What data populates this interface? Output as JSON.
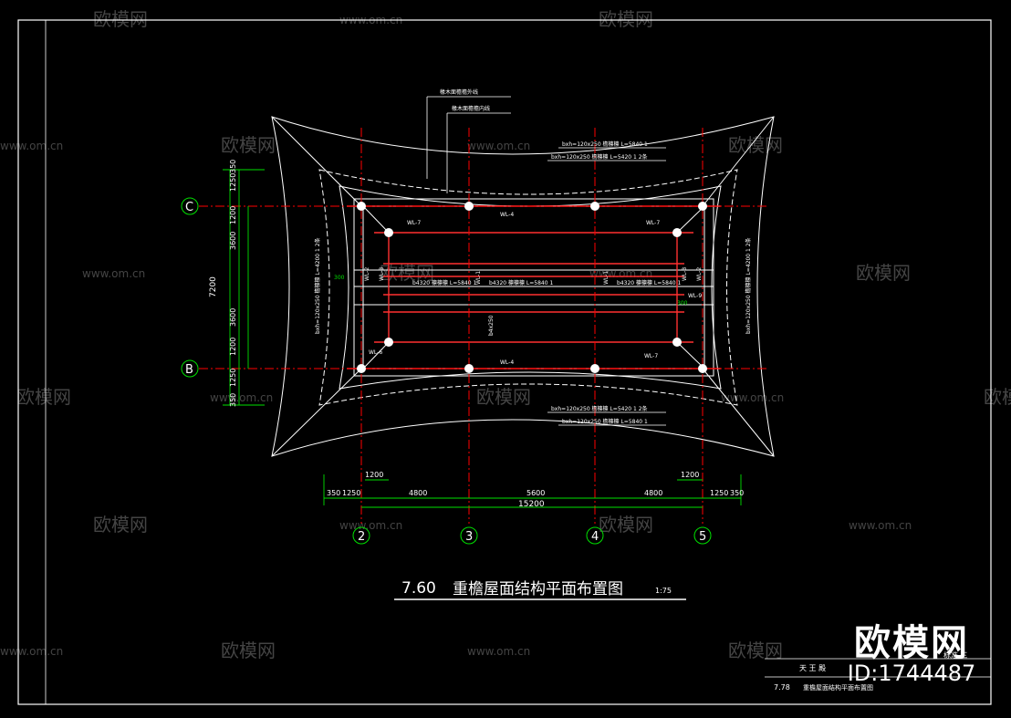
{
  "colors": {
    "background": "#000000",
    "frame": "#ffffff",
    "axis": "#ff0000",
    "beam": "#ff3030",
    "dimension": "#00e000",
    "text": "#ffffff",
    "watermark": "#3a3a3a"
  },
  "title": {
    "number": "7.60",
    "text": "重檐屋面结构平面布置图",
    "scale": "1:75"
  },
  "axes": {
    "horizontal": [
      "2",
      "3",
      "4",
      "5"
    ],
    "vertical": [
      "C",
      "B"
    ]
  },
  "dimensions": {
    "bottom_segments": [
      "350",
      "1250",
      "4800",
      "5600",
      "4800",
      "1250",
      "350"
    ],
    "bottom_total": "15200",
    "bottom_offsets": [
      "1200",
      "1200"
    ],
    "left_segments": [
      "350",
      "1250",
      "1200",
      "3600",
      "3600",
      "1200",
      "1250",
      "350"
    ],
    "left_total": "7200"
  },
  "annotations": {
    "outer_line": "椽木面檐檐外线",
    "inner_line": "椽木面檐檐内线",
    "top_beam_1": "bxh=120x250 檐檩檩  L=5840 1",
    "top_beam_2": "bxh=120x250 檐檩檩  L=5420 1  2条",
    "bottom_beam_1": "bxh=120x250 檐檩檩  L=5420 1  2条",
    "bottom_beam_2": "bxh=120x250 檐檩檩  L=5840 1",
    "wl4": "WL-4",
    "wl1": "WL-1",
    "wl2": "WL-2",
    "wl3": "WL-3",
    "wl7": "WL-7",
    "wl6": "WL-6",
    "wl9": "WL-9",
    "left_side": "bxh=120x250 檐檩檩  L=4200 1  2条",
    "right_side": "bxh=120x250 檐檩檩  L=4200 1  2条",
    "mid_beam_1": "b4320 檩檩檩  L=5840 1",
    "mid_beam_2": "b4320 檩檩檩  L=5840 1",
    "mid_beam_3": "b4320 檩檩檩  L=5840 1",
    "mid_col": "b4x250",
    "value_300": "300"
  },
  "watermark": {
    "brand": "欧模网",
    "url": "www.om.cn"
  },
  "footer": {
    "building": "天 王 殿",
    "drawing_no": "7.78",
    "drawing_title": "重檐屋面结构平面布置图",
    "meta": "标准 三"
  },
  "logo": {
    "brand": "欧模网",
    "id": "ID:1744487"
  }
}
